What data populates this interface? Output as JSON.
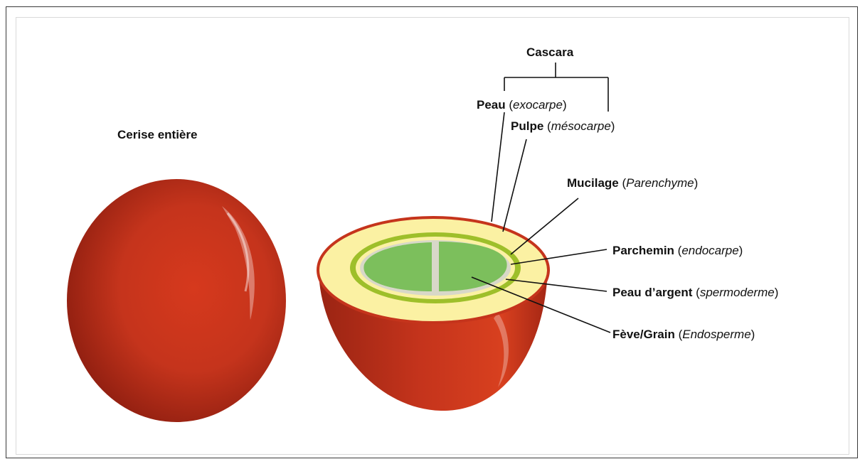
{
  "title_whole": "Cerise entière",
  "cascara": "Cascara",
  "labels": {
    "peau": {
      "name": "Peau",
      "term": "exocarpe"
    },
    "pulpe": {
      "name": "Pulpe",
      "term": "mésocarpe"
    },
    "mucilage": {
      "name": "Mucilage",
      "term": "Parenchyme"
    },
    "parchemin": {
      "name": "Parchemin",
      "term": "endocarpe"
    },
    "peau_argent": {
      "name": "Peau d’argent",
      "term": "spermoderme"
    },
    "feve": {
      "name": "Fève/Grain",
      "term": "Endosperme"
    }
  },
  "colors": {
    "cherry": "#c5341c",
    "cherry_dark": "#8e1e10",
    "pulp": "#fbf1a3",
    "mucilage_ring": "#9ebf2a",
    "bean": "#7cbf5c",
    "silver_skin": "#d8d8c8"
  }
}
